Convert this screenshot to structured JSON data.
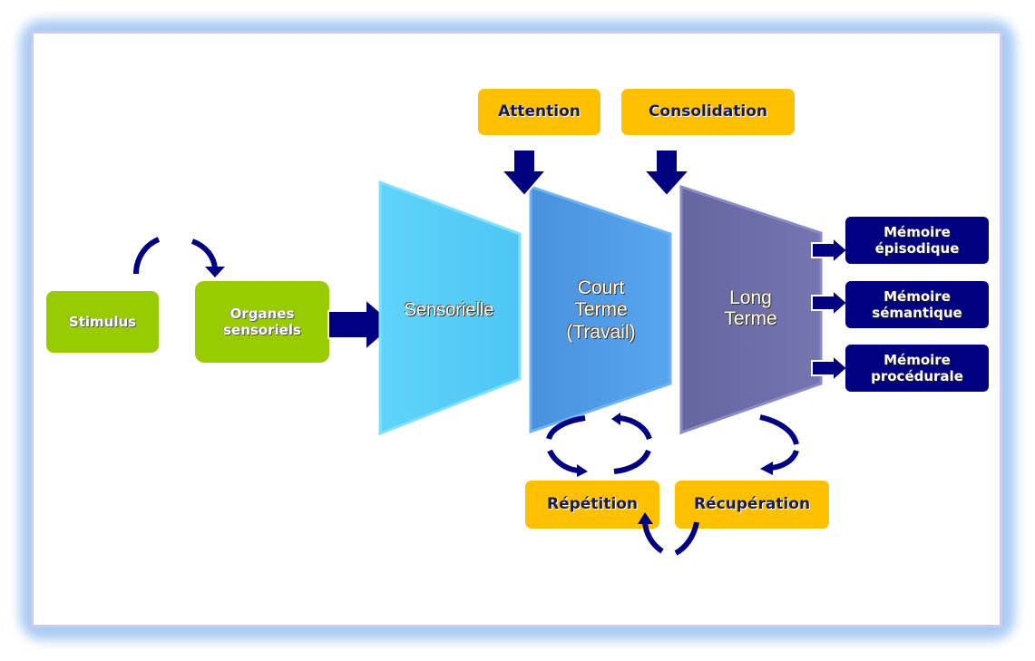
{
  "diagram": {
    "inputs": {
      "stimulus": "Stimulus",
      "sense_organs": "Organes\nsensoriels"
    },
    "stores": {
      "sensory": "Sensorielle",
      "short_term": "Court\nTerme\n(Travail)",
      "long_term": "Long\nTerme"
    },
    "processes": {
      "attention": "Attention",
      "consolidation": "Consolidation",
      "rehearsal": "Répétition",
      "retrieval": "Récupération"
    },
    "long_term_types": [
      "Mémoire\népisodique",
      "Mémoire\nsémantique",
      "Mémoire\nprocédurale"
    ]
  },
  "colors": {
    "green": "#99cc00",
    "yellow": "#ffc000",
    "navy": "#000080",
    "sensory_store": "#4fc8f5",
    "short_term_store": "#4b94e0",
    "long_term_store": "#6b6ba8",
    "frame_glow": "#a9cbf3"
  }
}
